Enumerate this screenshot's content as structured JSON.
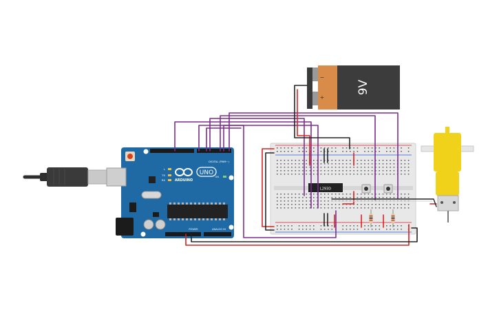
{
  "battery": {
    "voltage_label": "9V",
    "minus_label": "−",
    "plus_label": "+"
  },
  "arduino": {
    "logo_text": "ARDUINO",
    "model_label": "UNO",
    "digital_label": "DIGITAL (PWM~)",
    "power_label": "POWER",
    "analog_label": "ANALOG IN",
    "on_label": "ON",
    "l_label": "L",
    "tx_label": "TX",
    "rx_label": "RX"
  },
  "breadboard": {
    "chip_label": "L293D"
  },
  "colors": {
    "arduino_board": "#1f6aa5",
    "wire_purple": "#7b2d8e",
    "wire_red": "#d9211f",
    "wire_black": "#222222",
    "battery_orange": "#d98b4a",
    "motor_yellow": "#f1d21a",
    "breadboard": "#e8e8e8"
  }
}
